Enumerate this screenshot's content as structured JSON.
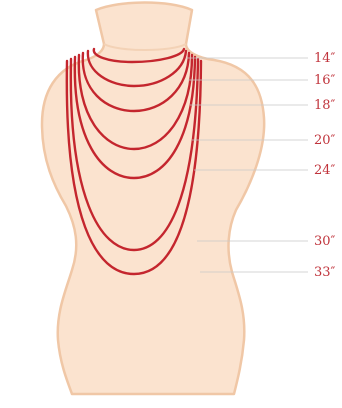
{
  "colors": {
    "background": "#ffffff",
    "mannequin_fill": "#fbe3cf",
    "mannequin_edge": "#f0c7a6",
    "necklace": "#c4262e",
    "label": "#c0343c",
    "leader_line": "#c9c9c9"
  },
  "necklaces": [
    {
      "id": "n14",
      "label": "14″"
    },
    {
      "id": "n16",
      "label": "16″"
    },
    {
      "id": "n18",
      "label": "18″"
    },
    {
      "id": "n20",
      "label": "20″"
    },
    {
      "id": "n24",
      "label": "24″"
    },
    {
      "id": "n30",
      "label": "30″"
    },
    {
      "id": "n33",
      "label": "33″"
    }
  ]
}
